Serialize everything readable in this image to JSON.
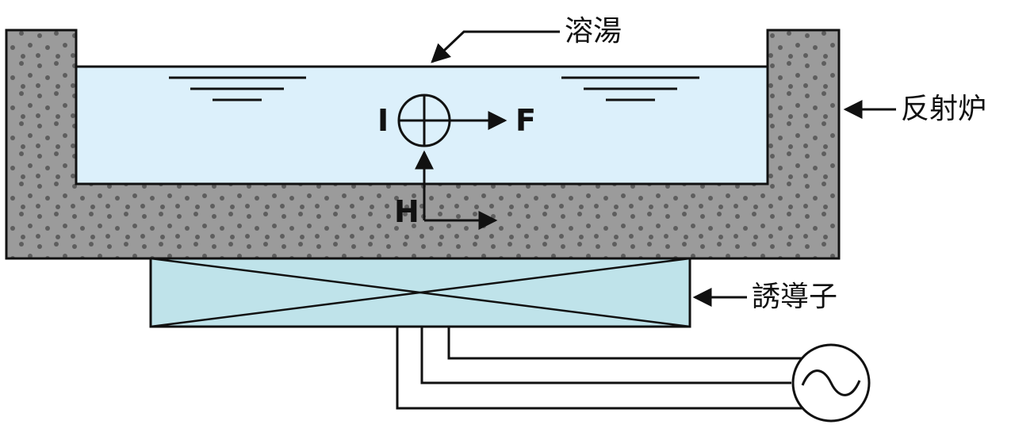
{
  "labels": {
    "molten_metal": "溶湯",
    "furnace": "反射炉",
    "inductor": "誘導子"
  },
  "symbols": {
    "current": "I",
    "force": "F",
    "field": "H"
  },
  "colors": {
    "refractory": "#9b9b9b",
    "refractory_dots": "#5e5e5e",
    "molten_metal": "#dcf0fb",
    "inductor": "#bfe3ea",
    "line": "#111111"
  }
}
